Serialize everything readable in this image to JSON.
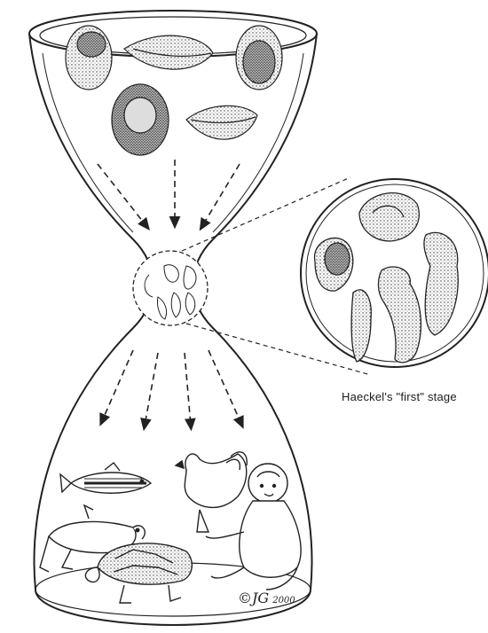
{
  "figure": {
    "caption": "Haeckel's \"first\" stage",
    "signature": "©JG",
    "signature_year": "2000"
  }
}
